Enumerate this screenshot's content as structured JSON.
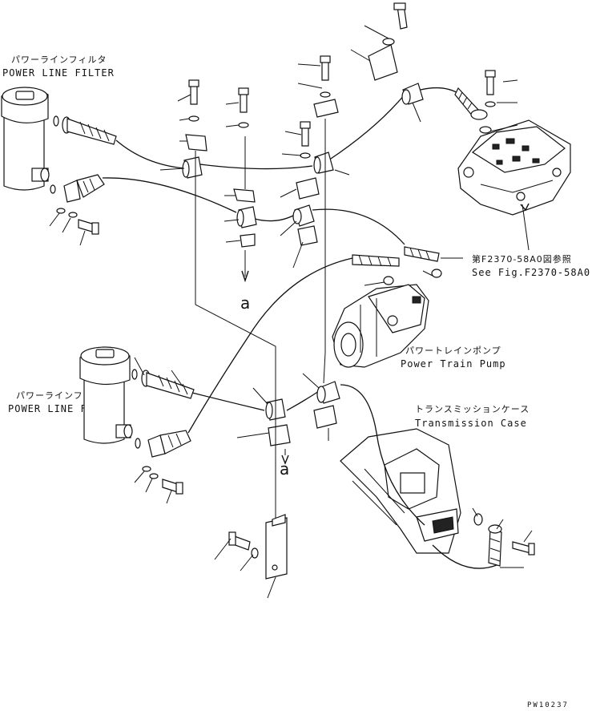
{
  "labels": {
    "filter_top_jp": "パワーラインフィルタ",
    "filter_top_en": "POWER LINE FILTER",
    "filter_bottom_jp": "パワーラインフィルタ",
    "filter_bottom_en": "POWER LINE FILTER",
    "pump_jp": "パワートレインポンプ",
    "pump_en": "Power Train Pump",
    "case_jp": "トランスミッションケース",
    "case_en": "Transmission Case",
    "ref_jp": "第F2370-58A0図参照",
    "ref_en": "See Fig.F2370-58A0",
    "marker_a_top": "a",
    "marker_a_bottom": "a",
    "drawing_code": "PW10237"
  }
}
